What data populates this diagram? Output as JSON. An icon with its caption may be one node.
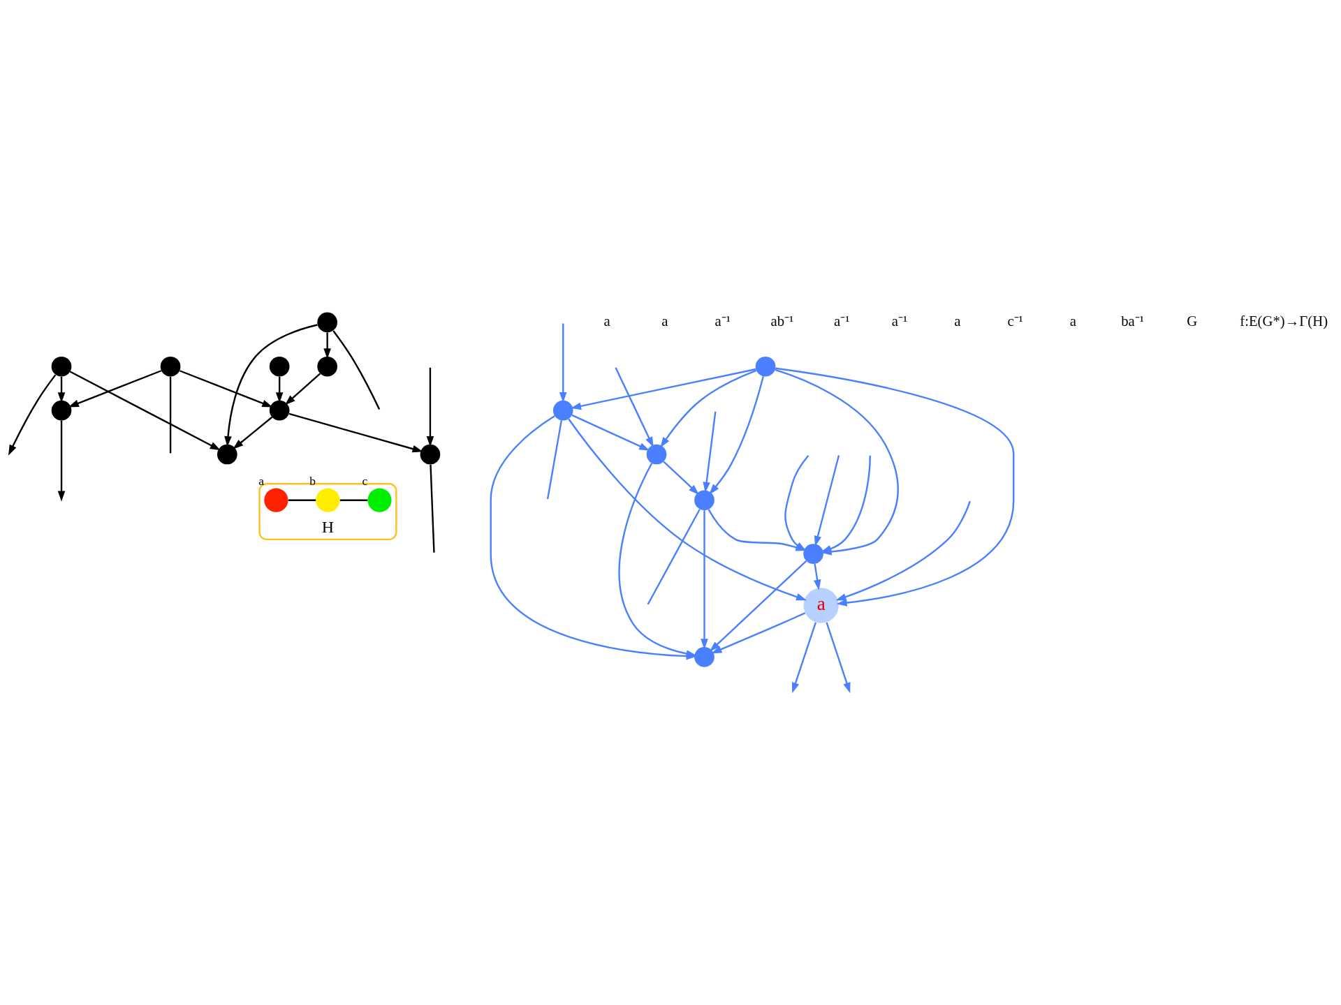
{
  "diagram": {
    "nodes": [
      {
        "text": [],
        "shape": "circle"
      },
      {
        "text": [],
        "shape": "circle"
      },
      {
        "text": [],
        "shape": "circle"
      },
      {
        "text": [],
        "shape": "circle"
      },
      {
        "text": [],
        "shape": "circle"
      },
      {
        "text": [
          "a"
        ]
      },
      {
        "text": [],
        "shape": "circle"
      },
      {
        "text": [],
        "shape": "circle"
      },
      {
        "text": [],
        "shape": "circle"
      },
      {
        "text": [
          "H"
        ]
      },
      {
        "text": [],
        "shape": "circle",
        "in": 9,
        "beside": [
          "b"
        ]
      },
      {
        "text": [],
        "shape": "circle",
        "in": 9,
        "beside": [
          "a"
        ]
      },
      {
        "text": [],
        "shape": "circle",
        "in": 9,
        "beside": [
          "c"
        ]
      },
      {
        "text": [],
        "shape": "circle"
      },
      {
        "text": [],
        "shape": "circle"
      },
      {
        "text": [],
        "shape": "circle"
      },
      {
        "text": [],
        "shape": "circle"
      },
      {
        "text": [],
        "shape": "circle"
      },
      {
        "text": [],
        "shape": "circle"
      },
      {
        "text": [],
        "shape": "circle"
      }
    ],
    "edges": [
      {
        "from": 3,
        "to": null,
        "arrow": "to",
        "color": "#000000"
      },
      {
        "from": 0,
        "to": 3,
        "arrow": "to",
        "color": "#000000"
      },
      {
        "from": 0,
        "to": null,
        "arrow": "none",
        "color": "#000000"
      },
      {
        "from": 0,
        "to": 8,
        "arrow": "to",
        "color": "#000000"
      },
      {
        "from": 6,
        "to": 3,
        "arrow": "to",
        "color": "#000000"
      },
      {
        "from": 6,
        "to": null,
        "arrow": "to",
        "color": "#000000"
      },
      {
        "from": 6,
        "to": 13,
        "arrow": "to",
        "color": "#000000"
      },
      {
        "from": 8,
        "to": 13,
        "arrow": "to",
        "color": "#000000"
      },
      {
        "from": 8,
        "to": 2,
        "arrow": "to",
        "color": "#000000"
      },
      {
        "from": 2,
        "to": null,
        "arrow": "none",
        "color": "#000000"
      },
      {
        "from": null,
        "to": 2,
        "arrow": "to",
        "color": "#000000"
      },
      {
        "from": 15,
        "to": 8,
        "arrow": "to",
        "color": "#000000"
      },
      {
        "from": 19,
        "to": 8,
        "arrow": "to",
        "color": "#000000"
      },
      {
        "from": 18,
        "to": 13,
        "arrow": "to",
        "color": "#000000"
      },
      {
        "from": 18,
        "to": 19,
        "arrow": "to",
        "color": "#000000"
      },
      {
        "from": 18,
        "to": null,
        "arrow": "none",
        "color": "#000000"
      },
      {
        "from": null,
        "to": 1,
        "arrow": "to"
      },
      {
        "from": null,
        "to": 1,
        "arrow": "to"
      },
      {
        "from": null,
        "to": 1,
        "arrow": "to"
      },
      {
        "from": 1,
        "to": 4,
        "arrow": "to"
      },
      {
        "from": 1,
        "to": 5,
        "arrow": "to"
      },
      {
        "from": 7,
        "to": 1,
        "arrow": "to"
      },
      {
        "from": 14,
        "to": 1,
        "arrow": "to"
      },
      {
        "from": null,
        "to": 5,
        "arrow": "to"
      },
      {
        "from": 5,
        "to": null,
        "arrow": "to"
      },
      {
        "from": 5,
        "to": 4,
        "arrow": "to"
      },
      {
        "from": 5,
        "to": null,
        "arrow": "to"
      },
      {
        "from": 16,
        "to": 5,
        "arrow": "to"
      },
      {
        "from": 14,
        "to": 5,
        "arrow": "to"
      },
      {
        "from": 16,
        "to": 4,
        "arrow": "to"
      },
      {
        "from": 7,
        "to": 4,
        "arrow": "to"
      },
      {
        "from": 17,
        "to": 4,
        "arrow": "to"
      },
      {
        "from": 7,
        "to": null,
        "arrow": "none"
      },
      {
        "from": null,
        "to": 7,
        "arrow": "to"
      },
      {
        "from": 14,
        "to": 7,
        "arrow": "to"
      },
      {
        "from": 17,
        "to": 7,
        "arrow": "to"
      },
      {
        "from": 14,
        "to": 16,
        "arrow": "to"
      },
      {
        "from": 14,
        "to": 17,
        "arrow": "to"
      },
      {
        "from": 16,
        "to": 17,
        "arrow": "to"
      },
      {
        "from": 16,
        "to": null,
        "arrow": "none"
      },
      {
        "from": null,
        "to": 16,
        "arrow": "to"
      },
      {
        "from": null,
        "to": 17,
        "arrow": "to"
      },
      {
        "from": 11,
        "to": 10,
        "arrow": "none",
        "color": "#000000"
      },
      {
        "from": 10,
        "to": 12,
        "arrow": "none",
        "color": "#000000"
      }
    ],
    "labels": [
      "a",
      "a",
      "a⁻¹",
      "ab⁻¹",
      "a⁻¹",
      "a⁻¹",
      "a",
      "c⁻¹",
      "a",
      "ba⁻¹",
      "G",
      "f:E(G*)→Γ(H)"
    ]
  }
}
